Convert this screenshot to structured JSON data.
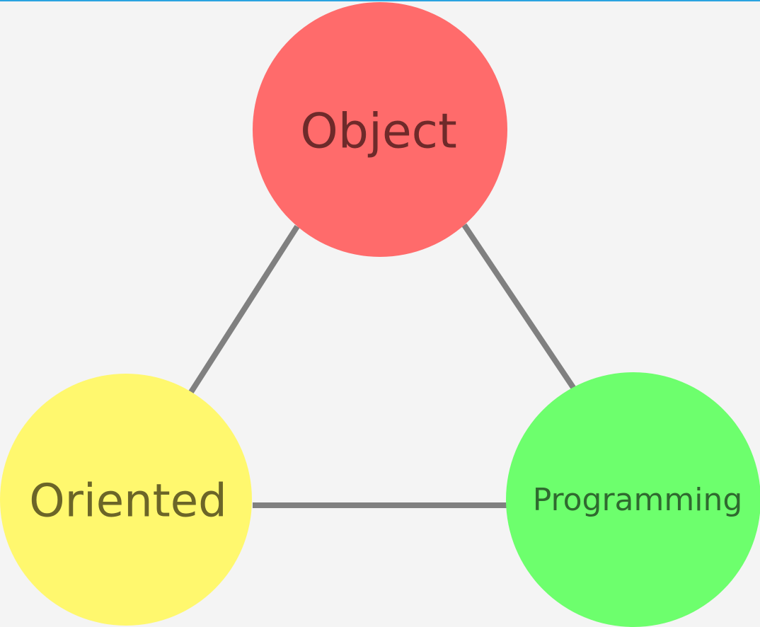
{
  "diagram": {
    "nodes": [
      {
        "id": "object",
        "label": "Object",
        "fill": "#ff6b6b",
        "text_color": "#6e2a2a"
      },
      {
        "id": "oriented",
        "label": "Oriented",
        "fill": "#fff86e",
        "text_color": "#6b6528"
      },
      {
        "id": "programming",
        "label": "Programming",
        "fill": "#6dff6d",
        "text_color": "#2f6a2f"
      }
    ],
    "edge_color": "#808080",
    "top_rule_color": "#2aa3e0",
    "background": "#f4f4f4"
  }
}
